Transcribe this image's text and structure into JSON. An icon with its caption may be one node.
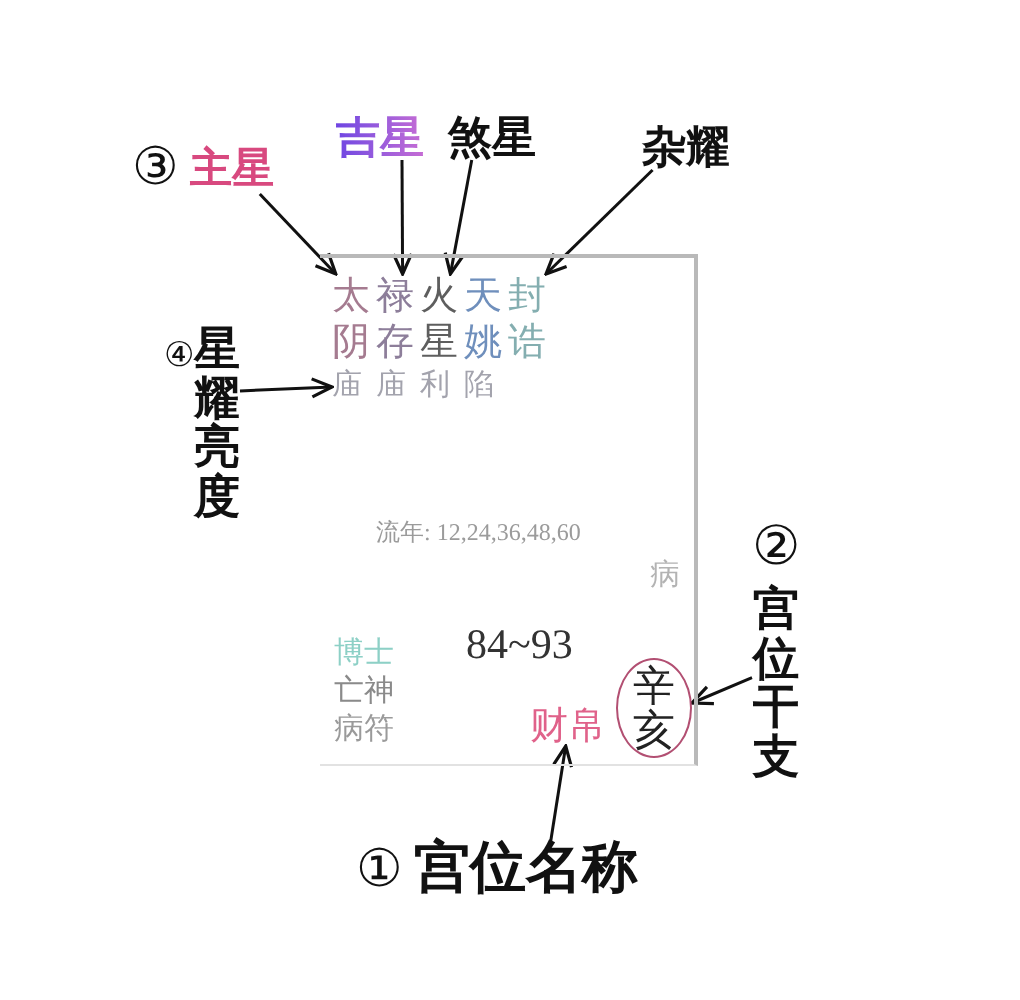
{
  "diagram": {
    "nodes": [
      {
        "text": [
          "③",
          "主星"
        ]
      },
      {
        "text": [
          "吉星"
        ]
      },
      {
        "text": [
          "煞星"
        ]
      },
      {
        "text": [
          "杂耀"
        ]
      },
      {
        "text": [
          "④",
          "星耀亮度"
        ]
      },
      {
        "text": [
          "流年: 12,24,36,48,60",
          "病",
          "84~93",
          "博士",
          "亡神",
          "病符"
        ]
      },
      {
        "text": [
          "太阴"
        ],
        "in": 5
      },
      {
        "text": [
          "禄存"
        ],
        "in": 5
      },
      {
        "text": [
          "火星"
        ],
        "in": 5
      },
      {
        "text": [
          "天姚"
        ],
        "in": 5
      },
      {
        "text": [
          "封诰"
        ],
        "in": 5
      },
      {
        "text": [
          "庙",
          "庙",
          "利",
          "陷"
        ],
        "in": 5
      },
      {
        "text": [
          "财帛"
        ],
        "in": 5
      },
      {
        "text": [
          "辛亥"
        ],
        "in": 5
      },
      {
        "text": [
          "②",
          "宫位干支"
        ]
      },
      {
        "text": [
          "①",
          "宫位名称"
        ]
      }
    ],
    "edges": [
      {
        "from": 0,
        "to": 6,
        "arrow": "to"
      },
      {
        "from": 1,
        "to": 7,
        "arrow": "to"
      },
      {
        "from": 2,
        "to": 8,
        "arrow": "to"
      },
      {
        "from": 3,
        "to": 10,
        "arrow": "to"
      },
      {
        "from": 4,
        "to": 11,
        "arrow": "to"
      },
      {
        "from": 14,
        "to": 13,
        "arrow": "to"
      },
      {
        "from": 15,
        "to": 12,
        "arrow": "to"
      }
    ]
  }
}
